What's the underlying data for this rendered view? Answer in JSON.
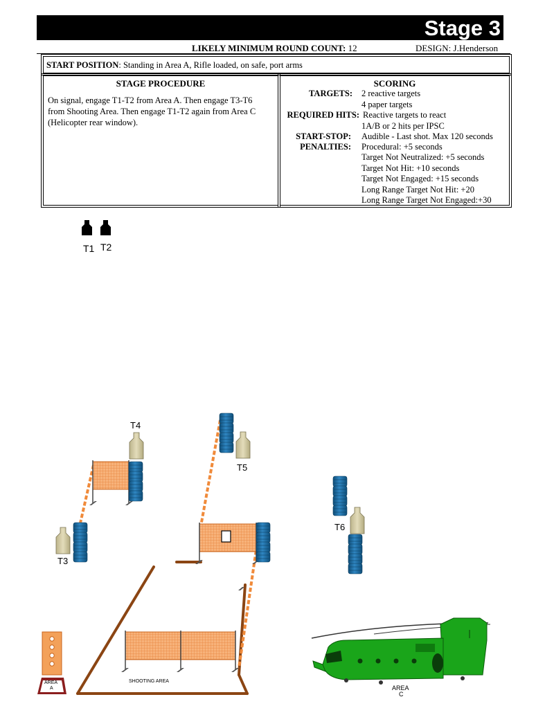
{
  "header": {
    "stage_title": "Stage 3"
  },
  "meta": {
    "round_count_label": "LIKELY MINIMUM ROUND COUNT:",
    "round_count_value": "12",
    "design": "DESIGN: J.Henderson"
  },
  "start": {
    "label": "START POSITION",
    "text": ": Standing in Area A, Rifle loaded, on safe, port arms"
  },
  "procedure": {
    "heading": "STAGE PROCEDURE",
    "lines": [
      "On signal, engage T1-T2 from Area A. Then engage T3-T6",
      "from Shooting Area. Then engage T1-T2 again from Area C",
      "(Helicopter rear window)."
    ]
  },
  "scoring": {
    "heading": "SCORING",
    "targets_label": "TARGETS:",
    "targets": [
      "2 reactive targets",
      "4 paper targets"
    ],
    "hits_label": "REQUIRED HITS:",
    "hits": [
      "Reactive targets to react",
      "1A/B or 2 hits per IPSC"
    ],
    "startstop_label": "START-STOP:",
    "startstop": "Audible - Last shot. Max 120 seconds",
    "penalties_label": "PENALTIES:",
    "penalties": [
      "Procedural: +5 seconds",
      "Target Not Neutralized: +5 seconds",
      "Target Not Hit: +10 seconds",
      "Target Not Engaged: +15 seconds",
      "Long Range Target Not Hit: +20",
      "Long Range Target Not Engaged:+30"
    ]
  },
  "diagram": {
    "t1": "T1",
    "t2": "T2",
    "t3": "T3",
    "t4": "T4",
    "t5": "T5",
    "t6": "T6",
    "shooting_area": "SHOOTING AREA",
    "area_a": [
      "AREA",
      "A"
    ],
    "area_c": [
      "AREA",
      "C"
    ],
    "colors": {
      "barrel": "#1f6fa3",
      "wall": "#f3a15a",
      "paper_target": "#d9d3b0",
      "helicopter": "#1aa51a",
      "fault_line": "#8b4513"
    }
  }
}
